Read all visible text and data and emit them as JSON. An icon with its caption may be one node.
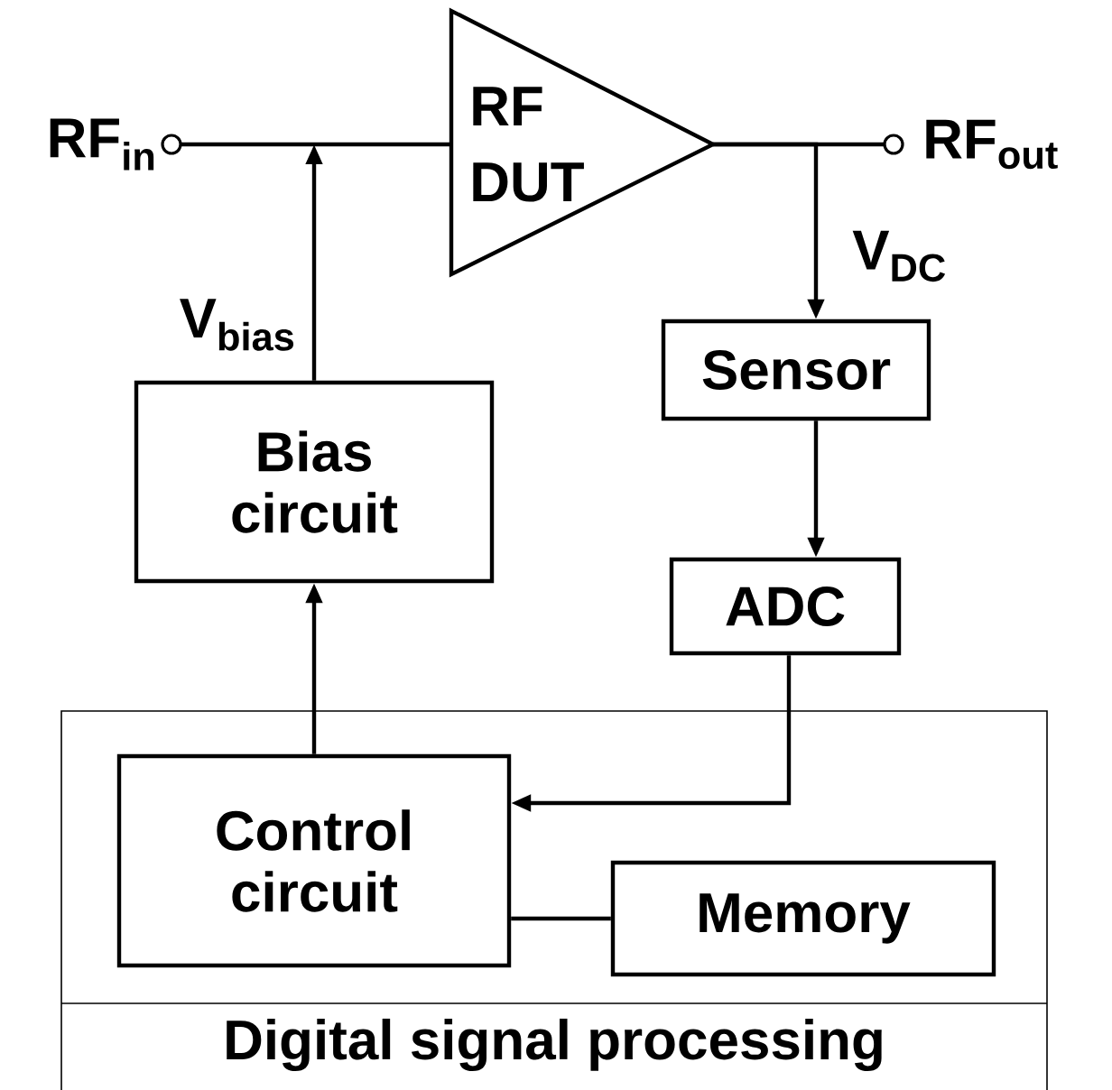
{
  "diagram": {
    "nodes": [
      {
        "text": [
          "RF$_{in}$"
        ]
      },
      {
        "text": [
          "RF DUT"
        ]
      },
      {
        "text": [
          "RF$_{out}$"
        ]
      },
      {
        "text": [
          "Sensor"
        ]
      },
      {
        "text": [
          "ADC"
        ]
      },
      {
        "text": [
          "Digital signal processing"
        ]
      },
      {
        "text": [
          "Control circuit"
        ],
        "in": 5
      },
      {
        "text": [
          "Memory"
        ],
        "in": 5
      },
      {
        "text": [
          "Bias circuit"
        ]
      }
    ],
    "edges": [
      {
        "from": 0,
        "to": 1,
        "arrow": "none"
      },
      {
        "from": 1,
        "to": 2,
        "arrow": "none"
      },
      {
        "from": 1,
        "to": 3,
        "arrow": "to",
        "label": "V$_{DC}$"
      },
      {
        "from": 3,
        "to": 4,
        "arrow": "to"
      },
      {
        "from": 4,
        "to": 6,
        "arrow": "to"
      },
      {
        "from": 6,
        "to": 7,
        "arrow": "none"
      },
      {
        "from": 6,
        "to": 8,
        "arrow": "to"
      },
      {
        "from": 8,
        "to": null,
        "arrow": "to",
        "label": "V$_{bias}$"
      }
    ]
  }
}
